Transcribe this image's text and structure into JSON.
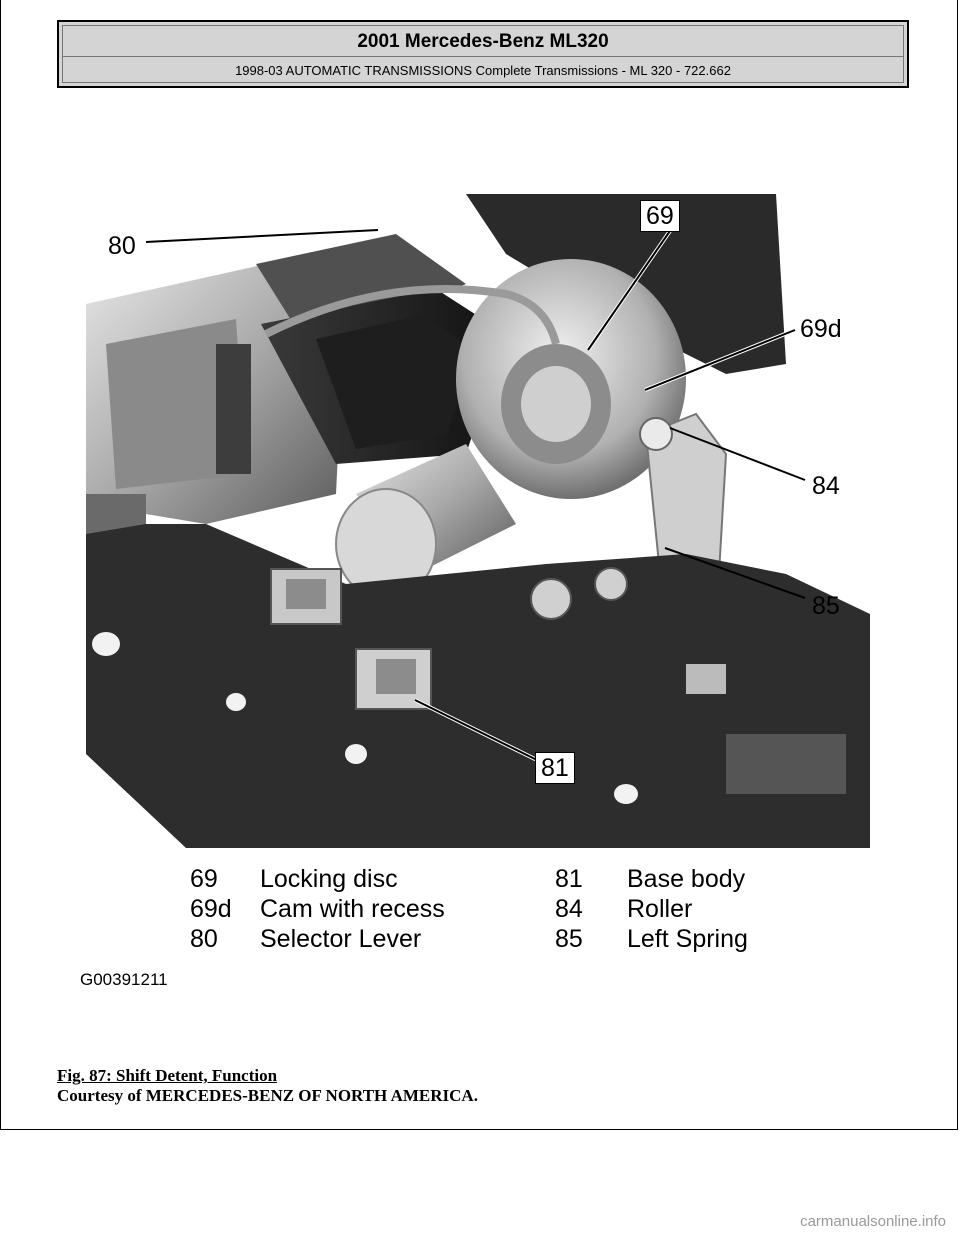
{
  "header": {
    "title": "2001 Mercedes-Benz ML320",
    "subtitle": "1998-03 AUTOMATIC TRANSMISSIONS Complete Transmissions - ML 320 - 722.662"
  },
  "figure": {
    "callouts": [
      "80",
      "69",
      "69d",
      "84",
      "85",
      "81"
    ],
    "legend": [
      {
        "num": "69",
        "label": "Locking disc"
      },
      {
        "num": "69d",
        "label": "Cam with recess"
      },
      {
        "num": "80",
        "label": "Selector Lever"
      },
      {
        "num": "81",
        "label": "Base body"
      },
      {
        "num": "84",
        "label": "Roller"
      },
      {
        "num": "85",
        "label": "Left Spring"
      }
    ],
    "code": "G00391211"
  },
  "caption": {
    "title": "Fig. 87: Shift Detent, Function",
    "courtesy": "Courtesy of MERCEDES-BENZ OF NORTH AMERICA."
  },
  "footer": {
    "url": "carmanualsonline.info"
  }
}
